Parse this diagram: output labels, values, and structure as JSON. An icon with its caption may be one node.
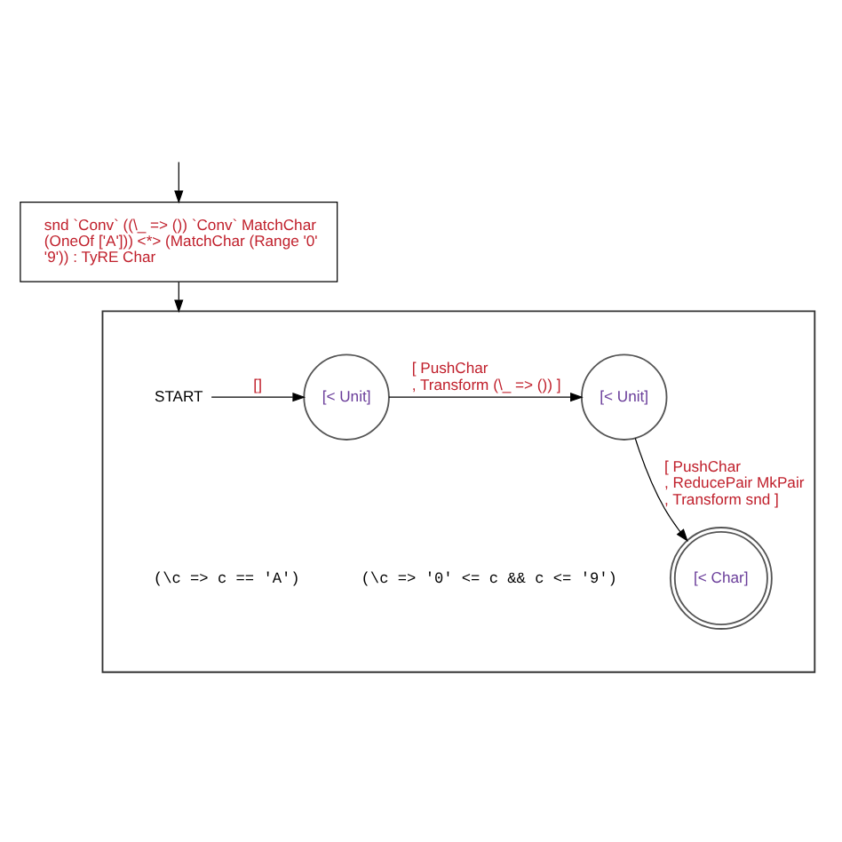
{
  "diagram": {
    "nodes": [
      {
        "text": [
          "snd `Conv` ((\\_ => ()) `Conv` MatchChar (OneOf ['A'])) <*> (MatchChar (Range '0' '9')) : TyRE Char"
        ]
      },
      {
        "text": [],
        "shape": "box"
      },
      {
        "text": [
          "START"
        ],
        "in": 1
      },
      {
        "text": [
          "[< Unit]"
        ],
        "in": 1
      },
      {
        "text": [
          "[< Unit]"
        ],
        "in": 1
      },
      {
        "text": [
          "[< Char]"
        ],
        "in": 1
      }
    ],
    "edges": [
      {
        "from": null,
        "to": 0,
        "arrow": "to"
      },
      {
        "from": 0,
        "to": 1,
        "arrow": "to"
      },
      {
        "from": 2,
        "to": 3,
        "arrow": "to",
        "label": "[]"
      },
      {
        "from": 3,
        "to": 4,
        "arrow": "to",
        "label": "[ PushChar , Transform (\\_ => ()) ]"
      },
      {
        "from": 4,
        "to": 5,
        "arrow": "to",
        "label": "[ PushChar , ReducePair MkPair , Transform snd ]"
      }
    ],
    "labels": [
      "(\\c => c == 'A')",
      "(\\c => '0' <= c && c <= '9')"
    ]
  }
}
